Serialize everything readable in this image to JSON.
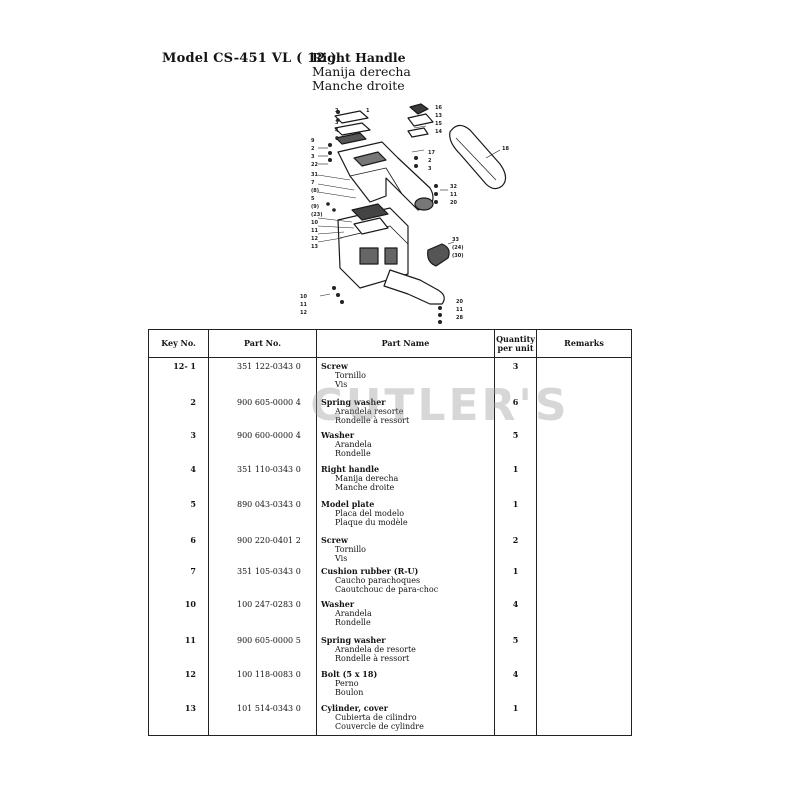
{
  "header": {
    "model": "Model CS-451 VL ( 12 )",
    "title_en": "Right Handle",
    "title_es": "Manija derecha",
    "title_fr": "Manche droite"
  },
  "watermark": "CUTLER'S",
  "diagram": {
    "left_labels": [
      "2",
      "1",
      "3",
      "4",
      "6",
      "9",
      "2",
      "3",
      "22",
      "31",
      "7",
      "(8)",
      "5",
      "(9)",
      "(23)",
      "10",
      "11",
      "12",
      "13"
    ],
    "top_right_labels": [
      "16",
      "13",
      "15",
      "14",
      "17",
      "2",
      "3"
    ],
    "handle_label": "18",
    "right_labels": [
      "32",
      "11",
      "20"
    ],
    "grip_labels": [
      "33",
      "(24)",
      "(30)"
    ],
    "bottom_left_labels": [
      "10",
      "11",
      "12"
    ],
    "bottom_right_labels": [
      "20",
      "11",
      "28"
    ]
  },
  "table": {
    "headers": [
      "Key No.",
      "Part No.",
      "Part Name",
      "Quantity per unit",
      "Remarks"
    ],
    "rows": [
      {
        "key": "12- 1",
        "part": "351 122-0343 0",
        "name_en": "Screw",
        "name_es": "Tornillo",
        "name_fr": "Vis",
        "qty": "3"
      },
      {
        "key": "2",
        "part": "900 605-0000 4",
        "name_en": "Spring washer",
        "name_es": "Arandela resorte",
        "name_fr": "Rondelle à ressort",
        "qty": "6"
      },
      {
        "key": "3",
        "part": "900 600-0000 4",
        "name_en": "Washer",
        "name_es": "Arandela",
        "name_fr": "Rondelle",
        "qty": "5"
      },
      {
        "key": "4",
        "part": "351 110-0343 0",
        "name_en": "Right handle",
        "name_es": "Manija derecha",
        "name_fr": "Manche droite",
        "qty": "1"
      },
      {
        "key": "5",
        "part": "890 043-0343 0",
        "name_en": "Model plate",
        "name_es": "Placa del modelo",
        "name_fr": "Plaque du modèle",
        "qty": "1"
      },
      {
        "key": "6",
        "part": "900 220-0401 2",
        "name_en": "Screw",
        "name_es": "Tornillo",
        "name_fr": "Vis",
        "qty": "2"
      },
      {
        "key": "7",
        "part": "351 105-0343 0",
        "name_en": "Cushion rubber (R-U)",
        "name_es": "Caucho parachoques",
        "name_fr": "Caoutchouc de para-choc",
        "qty": "1"
      },
      {
        "key": "10",
        "part": "100 247-0283 0",
        "name_en": "Washer",
        "name_es": "Arandela",
        "name_fr": "Rondelle",
        "qty": "4"
      },
      {
        "key": "11",
        "part": "900 605-0000 5",
        "name_en": "Spring washer",
        "name_es": "Arandela de resorte",
        "name_fr": "Rondelle à ressort",
        "qty": "5"
      },
      {
        "key": "12",
        "part": "100 118-0083 0",
        "name_en": "Bolt (5 x 18)",
        "name_es": "Perno",
        "name_fr": "Boulon",
        "qty": "4"
      },
      {
        "key": "13",
        "part": "101 514-0343 0",
        "name_en": "Cylinder, cover",
        "name_es": "Cubierta de cilindro",
        "name_fr": "Couvercle de cylindre",
        "qty": "1"
      }
    ]
  }
}
